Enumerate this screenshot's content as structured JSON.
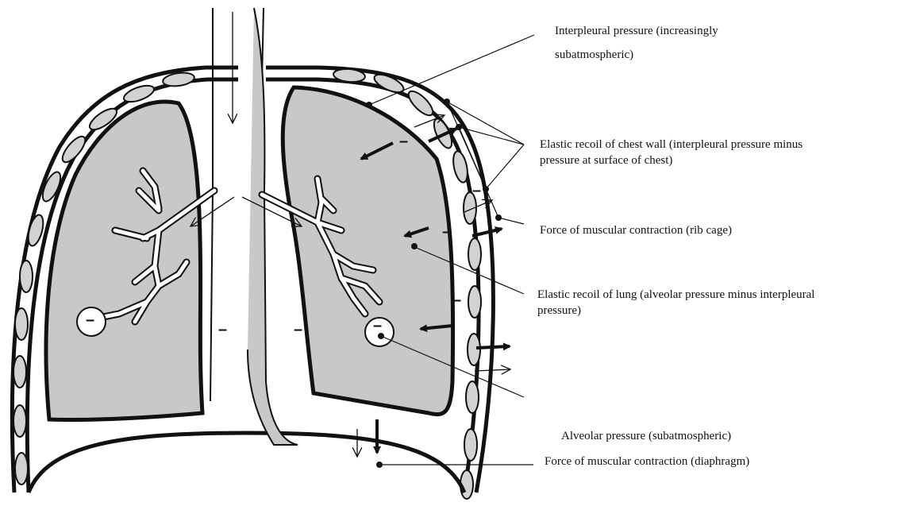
{
  "labels": {
    "interpleural_line1": "Interpleural pressure (increasingly",
    "interpleural_line2": "subatmospheric)",
    "chest_wall_line1": "Elastic recoil of chest wall (interpleural pressure minus",
    "chest_wall_line2": "pressure at surface of chest)",
    "rib_cage": "Force of muscular contraction (rib cage)",
    "lung_recoil_line1": "Elastic recoil of lung (alveolar pressure minus interpleural",
    "lung_recoil_line2": "pressure)",
    "alveolar": "Alveolar pressure (subatmospheric)",
    "diaphragm": "Force of muscular contraction (diaphragm)"
  },
  "minus_signs": [
    "–",
    "–",
    "–",
    "–",
    "–",
    "–",
    "–",
    "–",
    "–"
  ],
  "colors": {
    "lung_fill": "#c8c8c8",
    "outline": "#111111",
    "rib": "#d2d2d2",
    "background": "#ffffff"
  }
}
